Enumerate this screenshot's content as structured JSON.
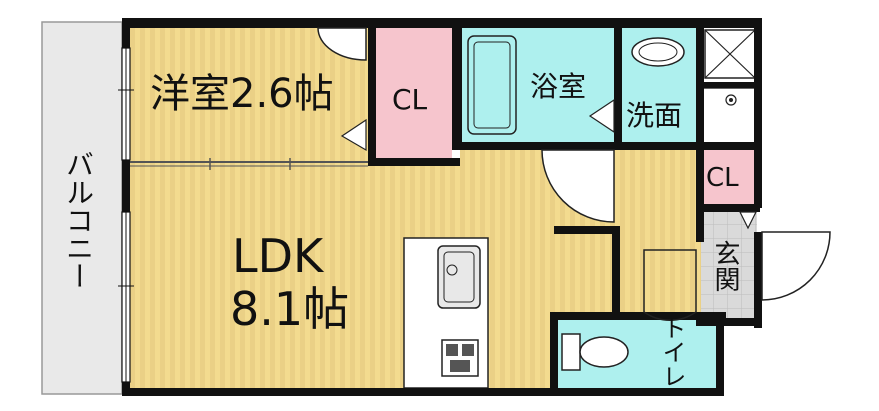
{
  "colors": {
    "wood": "#f3db8f",
    "wood_stripe": "#ead086",
    "closet": "#f6c5cd",
    "wet": "#aef0ee",
    "balcony": "#e9e9e9",
    "entrance": "#d6d6d6",
    "wall": "#111111"
  },
  "rooms": {
    "western": "洋室2.6帖",
    "closet_main": "CL",
    "bath": "浴室",
    "washroom": "洗面",
    "closet_small": "CL",
    "entrance": "玄関",
    "toilet": "トイレ",
    "ldk_name": "LDK",
    "ldk_size": "8.1帖",
    "balcony": "バルコニー"
  }
}
